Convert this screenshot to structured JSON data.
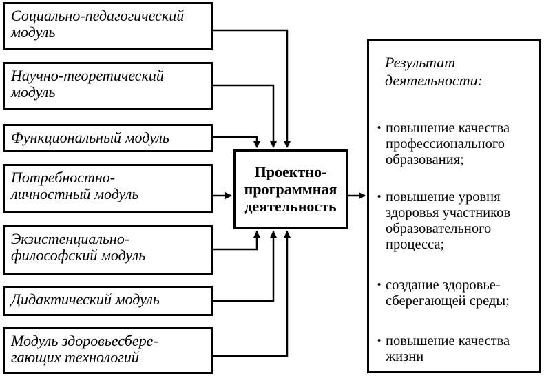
{
  "modules": [
    {
      "lines": [
        "Социально-педагогический",
        "модуль"
      ]
    },
    {
      "lines": [
        "Научно-теоретический",
        "модуль"
      ]
    },
    {
      "lines": [
        "Функциональный модуль"
      ]
    },
    {
      "lines": [
        "Потребностно-",
        "личностный модуль"
      ]
    },
    {
      "lines": [
        "Экзистенциально-",
        "философский модуль"
      ]
    },
    {
      "lines": [
        "Дидактический модуль"
      ]
    },
    {
      "lines": [
        "Модуль здоровьесбере-",
        "гающих технологий"
      ]
    }
  ],
  "center": {
    "lines": [
      "Проектно-",
      "программная",
      "деятельность"
    ]
  },
  "result": {
    "title": [
      "Результат",
      "деятельности:"
    ],
    "items": [
      {
        "bullet": "•",
        "lines": [
          "повышение качества",
          "профессионального",
          "образования;"
        ]
      },
      {
        "bullet": "•",
        "lines": [
          "повышение уровня",
          "здоровья участников",
          "образовательного",
          "процесса;"
        ]
      },
      {
        "bullet": "•",
        "lines": [
          "создание здоровье-",
          "сберегающей среды;"
        ]
      },
      {
        "bullet": "•",
        "lines": [
          "повышение качества",
          "жизни"
        ]
      }
    ]
  }
}
